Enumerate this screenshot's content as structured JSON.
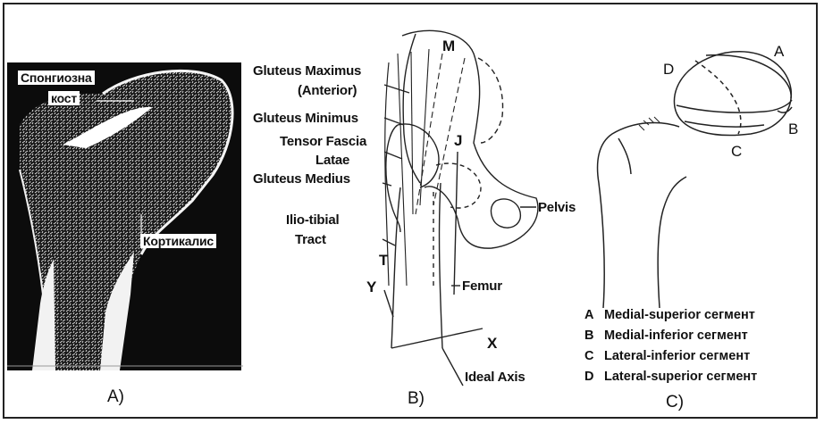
{
  "panel_a": {
    "caption": "A)",
    "labels": {
      "spongy_line1": "Спонгиозна",
      "spongy_line2": "кост",
      "cortical": "Кортикалис"
    }
  },
  "panel_b": {
    "caption": "B)",
    "muscles": {
      "glut_max_line1": "Gluteus Maximus",
      "glut_max_line2": "(Anterior)",
      "glut_min": "Gluteus Minimus",
      "tensor_line1": "Tensor Fascia",
      "tensor_line2": "Latae",
      "glut_med": "Gluteus Medius",
      "itt_line1": "Ilio-tibial",
      "itt_line2": "Tract"
    },
    "marks": {
      "m": "M",
      "j": "J",
      "t": "T",
      "y": "Y",
      "x": "X"
    },
    "labels": {
      "pelvis": "Pelvis",
      "femur": "Femur",
      "ideal_axis": "Ideal Axis"
    }
  },
  "panel_c": {
    "caption": "C)",
    "segment_marks": {
      "a": "A",
      "b": "B",
      "c": "C",
      "d": "D"
    },
    "legend": [
      {
        "key": "A",
        "text": "Medial-superior сегмент"
      },
      {
        "key": "B",
        "text": "Medial-inferior сегмент"
      },
      {
        "key": "C",
        "text": "Lateral-inferior сегмент"
      },
      {
        "key": "D",
        "text": "Lateral-superior сегмент"
      }
    ]
  }
}
